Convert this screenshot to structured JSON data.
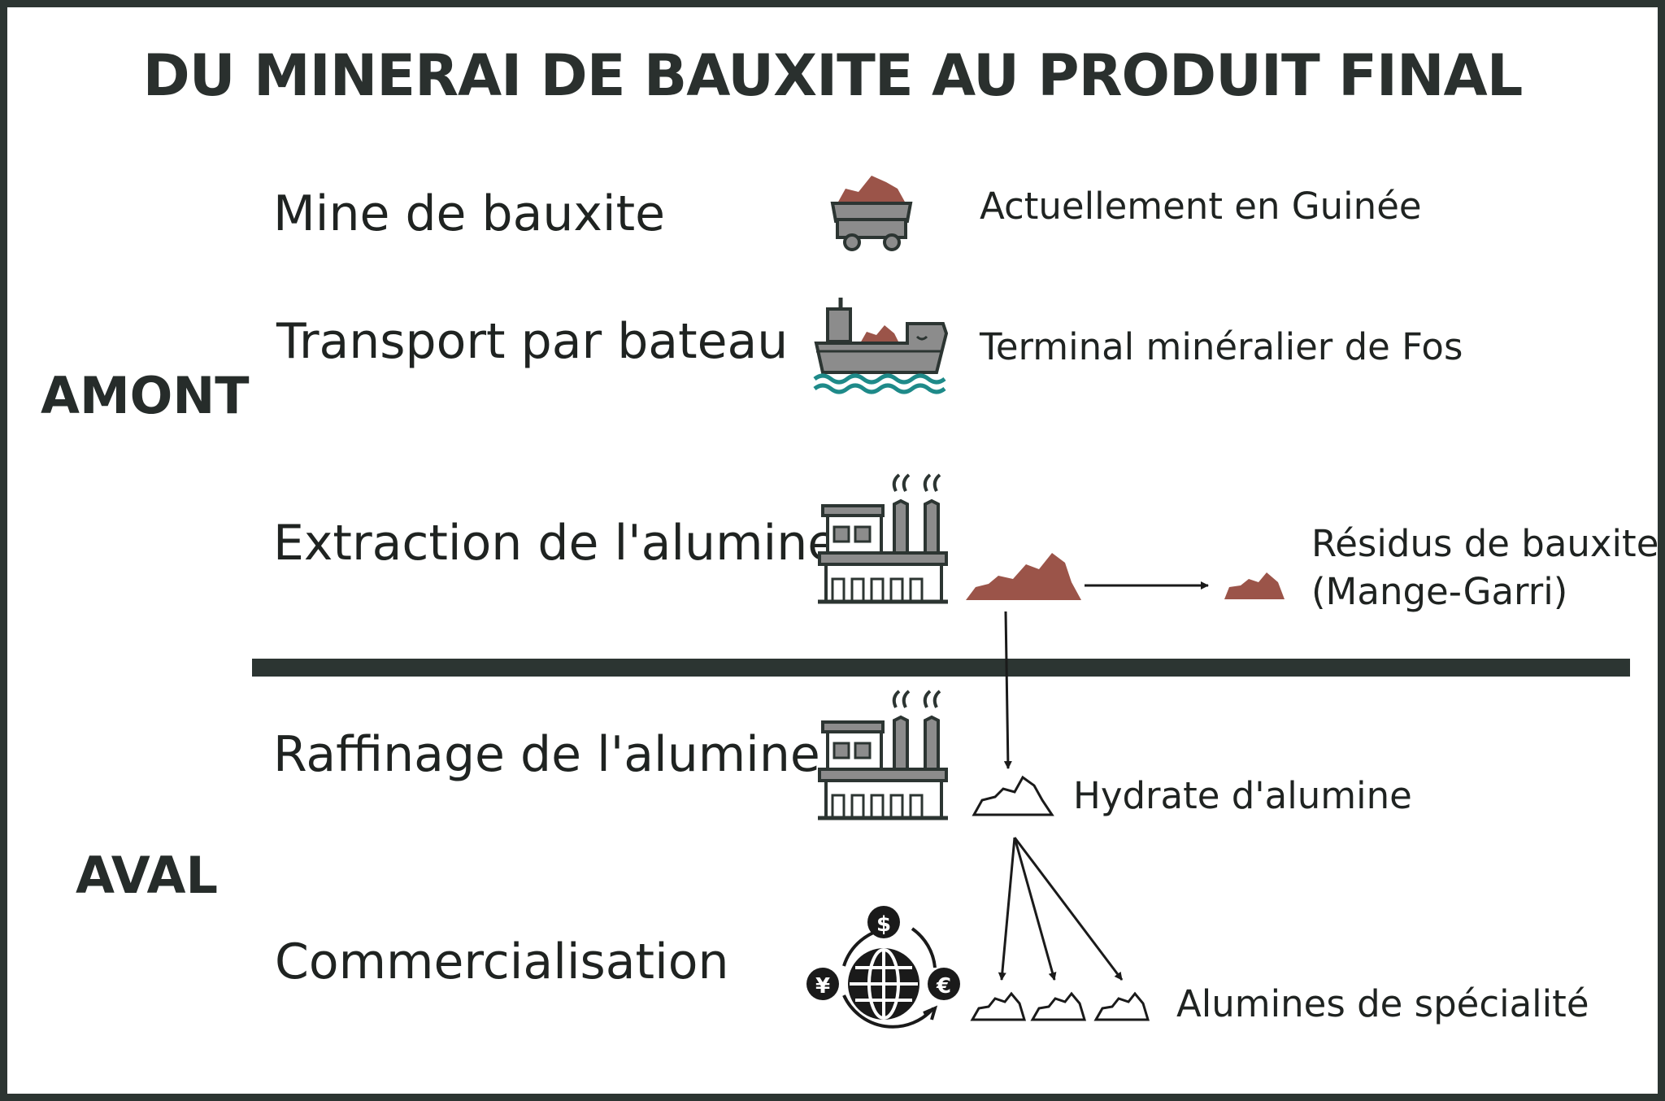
{
  "title": "DU MINERAI DE BAUXITE AU PRODUIT FINAL",
  "sections": {
    "amont": "AMONT",
    "aval": "AVAL"
  },
  "steps": {
    "mine": "Mine de bauxite",
    "transport": "Transport par bateau",
    "extraction": "Extraction de l'alumine",
    "raffinage": "Raffinage de l'alumine",
    "commercialisation": "Commercialisation"
  },
  "notes": {
    "mine": "Actuellement en Guinée",
    "transport": "Terminal minéralier de Fos",
    "residus_line1": "Résidus de bauxite",
    "residus_line2": "(Mange-Garri)",
    "hydrate": "Hydrate d'alumine",
    "specialite": "Alumines de spécialité"
  },
  "currency": {
    "dollar": "$",
    "yen": "¥",
    "euro": "€"
  },
  "icons": [
    "mine-cart-icon",
    "cargo-ship-icon",
    "factory-icon",
    "bauxite-pile-icon",
    "alumina-pile-icon",
    "globe-currency-icon"
  ],
  "colors": {
    "ore": "#9b5449",
    "dark": "#2c3532",
    "gray": "#8c8c8c",
    "water": "#1e8a89"
  }
}
